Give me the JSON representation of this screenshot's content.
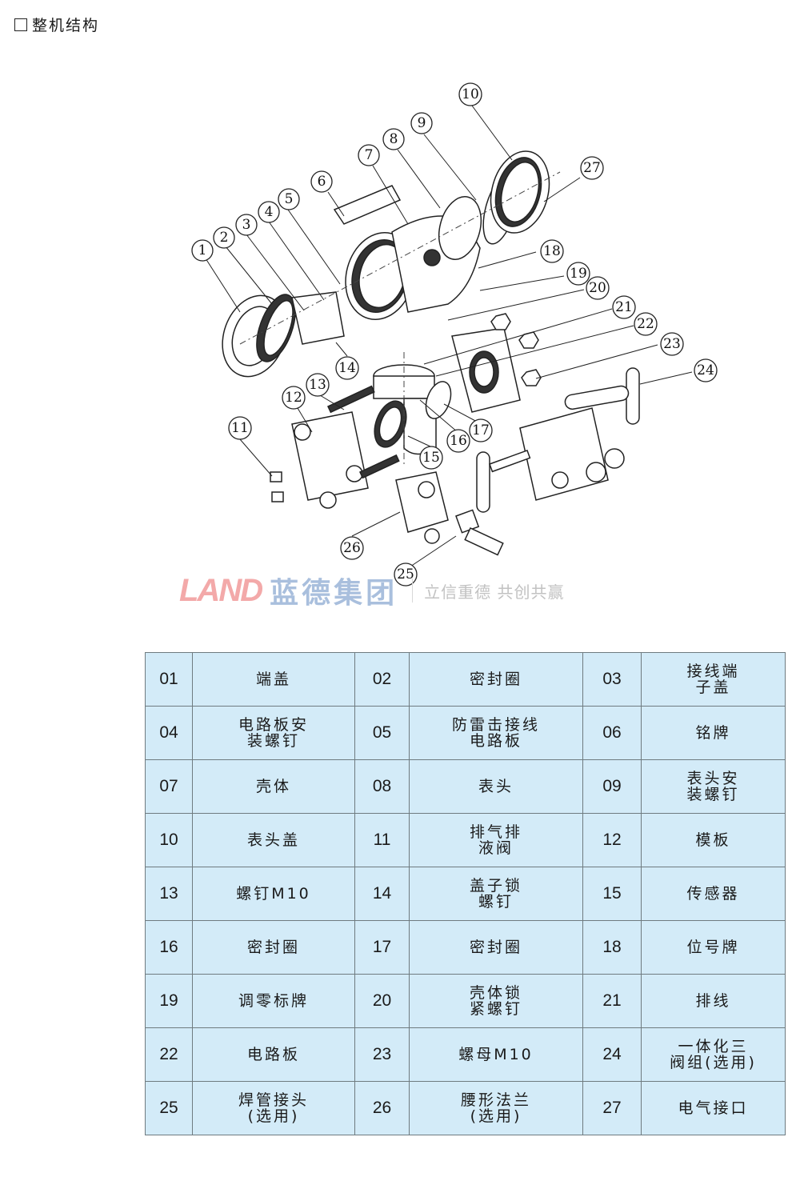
{
  "heading": {
    "box_icon": "checkbox-square",
    "title": "整机结构"
  },
  "diagram": {
    "title": "exploded-view",
    "callouts": [
      "1",
      "2",
      "3",
      "4",
      "5",
      "6",
      "7",
      "8",
      "9",
      "10",
      "11",
      "12",
      "13",
      "14",
      "15",
      "16",
      "17",
      "18",
      "19",
      "20",
      "21",
      "22",
      "23",
      "24",
      "25",
      "26",
      "27"
    ]
  },
  "watermark": {
    "logo_en": "LAND",
    "logo_cn": "蓝德集团",
    "slogan": "立信重德  共创共赢",
    "colors": {
      "en": "#f3a9a9",
      "cn": "#a9bfdd",
      "slogan": "#c2c2c2"
    }
  },
  "table": {
    "colors": {
      "cell_bg": "#d3ebf8",
      "border": "#6f7b80"
    },
    "rows": [
      [
        {
          "num": "01",
          "name": "端盖"
        },
        {
          "num": "02",
          "name": "密封圈"
        },
        {
          "num": "03",
          "name": "接线端\n子盖"
        }
      ],
      [
        {
          "num": "04",
          "name": "电路板安\n装螺钉"
        },
        {
          "num": "05",
          "name": "防雷击接线\n电路板"
        },
        {
          "num": "06",
          "name": "铭牌"
        }
      ],
      [
        {
          "num": "07",
          "name": "壳体"
        },
        {
          "num": "08",
          "name": "表头"
        },
        {
          "num": "09",
          "name": "表头安\n装螺钉"
        }
      ],
      [
        {
          "num": "10",
          "name": "表头盖"
        },
        {
          "num": "11",
          "name": "排气排\n液阀"
        },
        {
          "num": "12",
          "name": "模板"
        }
      ],
      [
        {
          "num": "13",
          "name": "螺钉M10"
        },
        {
          "num": "14",
          "name": "盖子锁\n螺钉"
        },
        {
          "num": "15",
          "name": "传感器"
        }
      ],
      [
        {
          "num": "16",
          "name": "密封圈"
        },
        {
          "num": "17",
          "name": "密封圈"
        },
        {
          "num": "18",
          "name": "位号牌"
        }
      ],
      [
        {
          "num": "19",
          "name": "调零标牌"
        },
        {
          "num": "20",
          "name": "壳体锁\n紧螺钉"
        },
        {
          "num": "21",
          "name": "排线"
        }
      ],
      [
        {
          "num": "22",
          "name": "电路板"
        },
        {
          "num": "23",
          "name": "螺母M10"
        },
        {
          "num": "24",
          "name": "一体化三\n阀组(选用)"
        }
      ],
      [
        {
          "num": "25",
          "name": "焊管接头\n(选用)"
        },
        {
          "num": "26",
          "name": "腰形法兰\n(选用)"
        },
        {
          "num": "27",
          "name": "电气接口"
        }
      ]
    ]
  }
}
